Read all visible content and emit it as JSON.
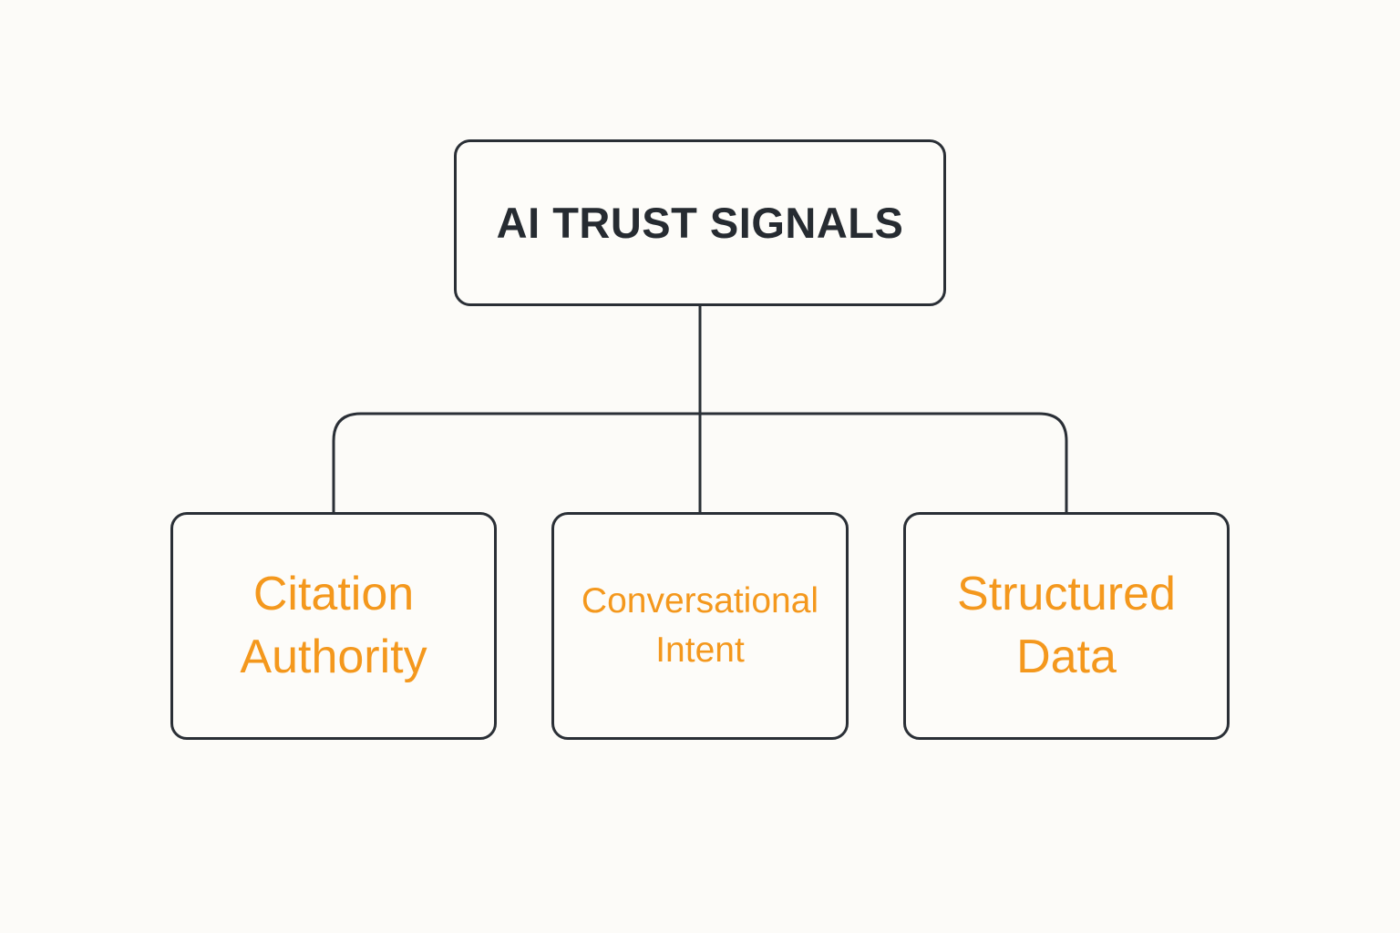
{
  "root": {
    "title": "AI TRUST SIGNALS"
  },
  "children": [
    {
      "line1": "Citation",
      "line2": "Authority"
    },
    {
      "line1": "Conversational",
      "line2": "Intent"
    },
    {
      "line1": "Structured",
      "line2": "Data"
    }
  ],
  "colors": {
    "background": "#fcfbf8",
    "stroke": "#2a2f36",
    "title_text": "#262b31",
    "accent_text": "#f4981d"
  }
}
